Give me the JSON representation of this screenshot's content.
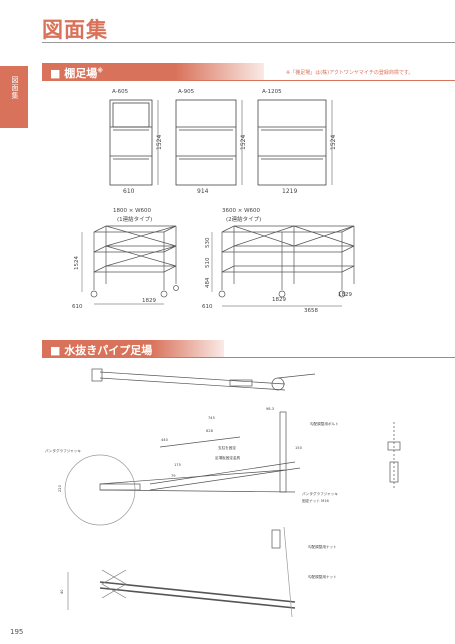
{
  "page": {
    "title": "図面集",
    "side_tab": "図面集",
    "page_number": "195"
  },
  "section1": {
    "title": "棚足場",
    "title_mark": "※",
    "note": "※「棚足場」は(株)アクトワンヤマイチの登録商標です。",
    "models": [
      {
        "name": "A-605",
        "width": "610",
        "height": "1524"
      },
      {
        "name": "A-905",
        "width": "914",
        "height": "1524"
      },
      {
        "name": "A-1205",
        "width": "1219",
        "height": "1524"
      }
    ],
    "assemblies": [
      {
        "size": "1800 × W600",
        "type": "(1連結タイプ)",
        "height": "1524",
        "length": "1829",
        "depth": "610"
      },
      {
        "size": "3600 × W600",
        "type": "(2連結タイプ)",
        "h1": "530",
        "h2": "510",
        "h3": "484",
        "length1": "1829",
        "length2": "1829",
        "total": "3658",
        "depth": "610"
      }
    ]
  },
  "section2": {
    "title": "水抜きパイプ足場",
    "labels": {
      "pipe_jack": "パンタグラフジャッキ",
      "handrail_bolt": "勾配調整用ボルト",
      "pipe_stand": "支柱を固定",
      "end_plate": "足場板固定金具",
      "jack_fix": "パンタグラフジャッキ",
      "jack_fix2": "固定ナット M16",
      "adj_nut": "勾配調整用ナット",
      "adj_nut2": "勾配調整用ナット"
    },
    "dims": {
      "d1": "745",
      "d2": "628",
      "d3": "440",
      "d4": "175",
      "d5": "79",
      "d6": "98.3",
      "d7": "150",
      "d8": "220",
      "d9": "40"
    }
  }
}
